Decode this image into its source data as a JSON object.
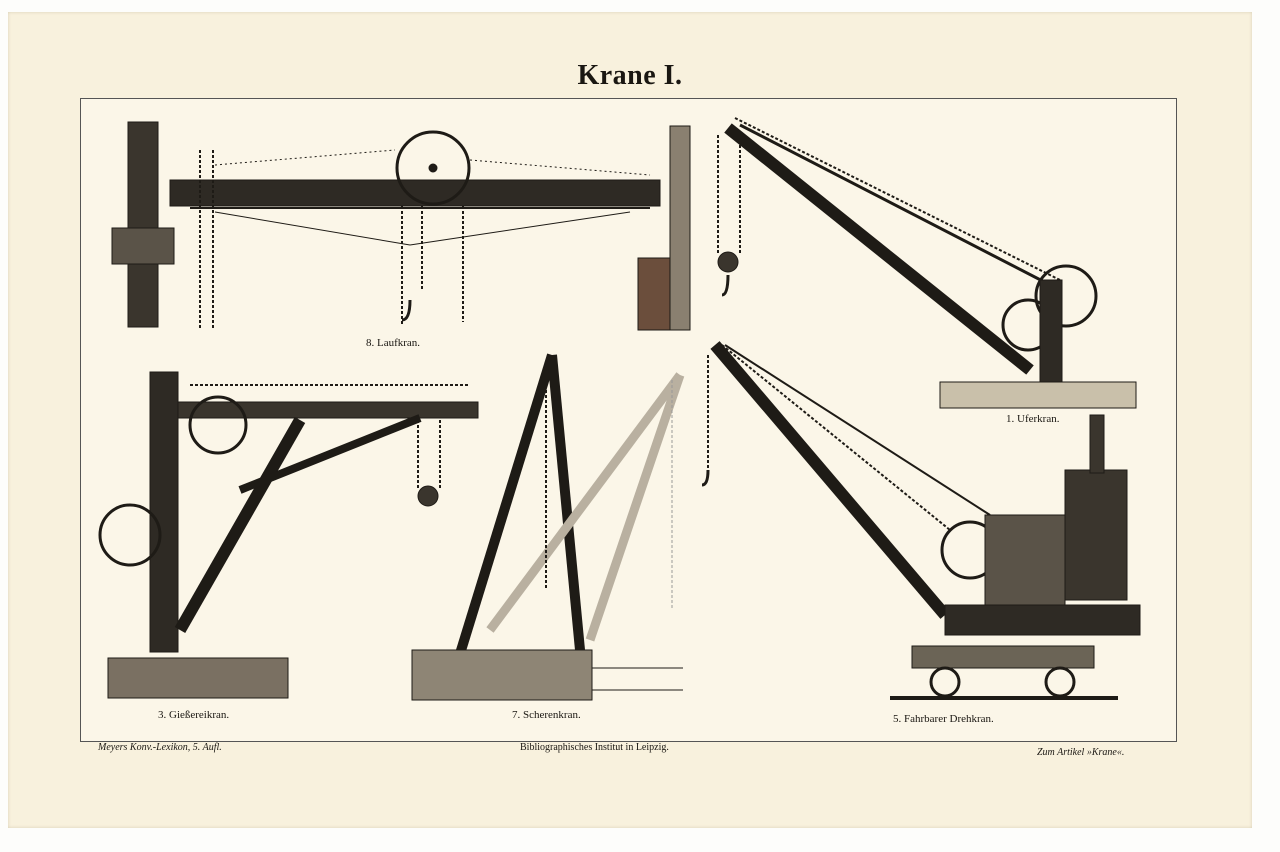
{
  "title": "Krane I.",
  "figures": [
    {
      "caption": "8. Laufkran."
    },
    {
      "caption": "1. Uferkran."
    },
    {
      "caption": "3. Gießereikran."
    },
    {
      "caption": "7. Scherenkran."
    },
    {
      "caption": "5. Fahrbarer Drehkran."
    }
  ],
  "footer": {
    "left": "Meyers Konv.-Lexikon, 5. Aufl.",
    "center": "Bibliographisches Institut in Leipzig.",
    "right": "Zum Artikel »Krane«."
  },
  "colors": {
    "paper": "#f8f1dd",
    "ink": "#1a1712"
  }
}
